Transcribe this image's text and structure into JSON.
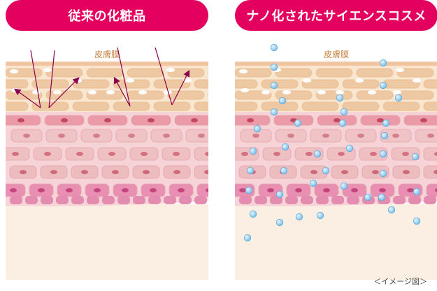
{
  "left_panel": {
    "title": "従来の化粧品",
    "skin_label": "皮膚膜"
  },
  "right_panel": {
    "title": "ナノ化されたサイエンスコスメ",
    "skin_label": "皮膚膜"
  },
  "caption": "＜イメージ図＞",
  "colors": {
    "header": "#e4005f",
    "arrow": "#8a0050",
    "particle": "#7bbfea"
  }
}
